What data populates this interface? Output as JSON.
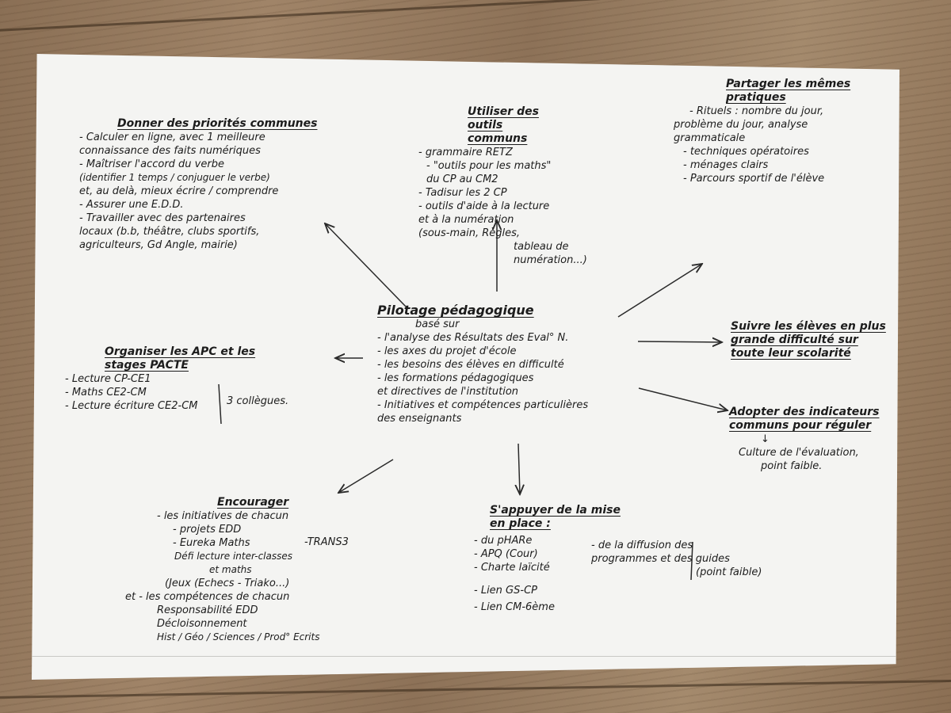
{
  "center": {
    "title": "Pilotage pédagogique",
    "lines": [
      "basé sur",
      "- l'analyse des Résultats des Eval° N.",
      "- les axes du projet d'école",
      "- les besoins des élèves en difficulté",
      "- les formations pédagogiques",
      "  et directives de l'institution",
      "- Initiatives et compétences particulières",
      "  des enseignants"
    ]
  },
  "priorites": {
    "title": "Donner des priorités communes",
    "lines": [
      "- Calculer en ligne, avec 1 meilleure",
      "  connaissance des faits numériques",
      "- Maîtriser l'accord du verbe",
      "  (identifier 1 temps / conjuguer le verbe)",
      "  et, au delà, mieux écrire / comprendre",
      "- Assurer une E.D.D.",
      "- Travailler avec des partenaires",
      "  locaux (b.b, théâtre, clubs sportifs,",
      "  agriculteurs, Gd Angle, mairie)"
    ]
  },
  "outils": {
    "title": "Utiliser des outils communs",
    "lines": [
      "- grammaire RETZ",
      "- \"outils pour les maths\"",
      "  du CP au CM2",
      "- Tadisur les 2 CP",
      "- outils d'aide à la lecture",
      "  et à la numération",
      "  (sous-main, Règles,",
      "  tableau de",
      "  numération...)"
    ]
  },
  "pratiques": {
    "title": "Partager les mêmes pratiques",
    "lines": [
      "- Rituels : nombre du jour,",
      "  problème du jour, analyse",
      "  grammaticale",
      "- techniques opératoires",
      "- ménages clairs",
      "- Parcours sportif de l'élève"
    ]
  },
  "suivre": {
    "title": "Suivre les élèves en plus grande difficulté sur toute leur scolarité",
    "lines": []
  },
  "indicateurs": {
    "title": "Adopter des indicateurs communs pour réguler",
    "lines": [
      "↓",
      "Culture de l'évaluation,",
      "point faible."
    ]
  },
  "apc": {
    "title": "Organiser les APC et les stages PACTE",
    "lines": [
      "- Lecture CP-CE1",
      "- Maths CE2-CM",
      "- Lecture écriture CE2-CM"
    ],
    "note": "3 collègues."
  },
  "encourager": {
    "title": "Encourager",
    "lines": [
      "- les initiatives de chacun",
      "  - projets EDD",
      "  - Eureka Maths",
      "  Défi lecture inter-classes",
      "  et maths",
      "  (Jeux (Echecs - Triako...)",
      "et - les compétences de chacun",
      "  Responsabilité EDD",
      "  Décloisonnement",
      "  Hist / Géo / Sciences / Prod° Ecrits"
    ],
    "note": "-TRANS3"
  },
  "appuyer": {
    "title": "S'appuyer de la mise en place :",
    "lines": [
      "- du pHARe",
      "- APQ (Cour)",
      "- Charte laïcité",
      "- Lien GS-CP",
      "- Lien CM-6ème"
    ],
    "note": [
      "- de la diffusion des",
      "programmes et des guides",
      "(point faible)"
    ]
  }
}
